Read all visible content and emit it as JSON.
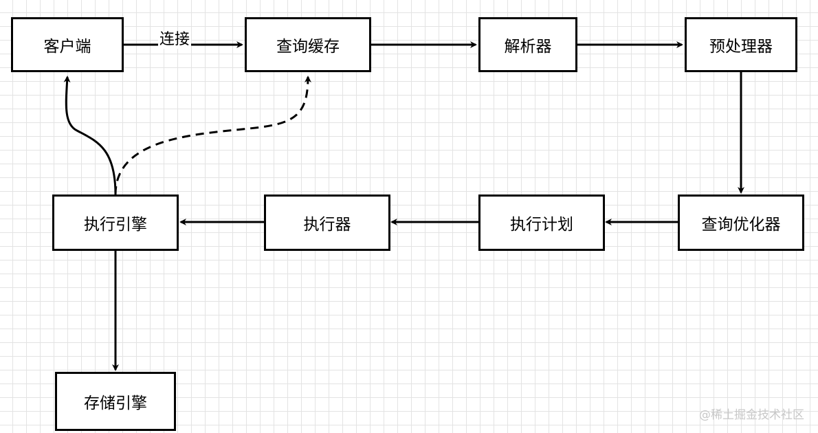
{
  "nodes": {
    "client": "客户端",
    "query_cache": "查询缓存",
    "parser": "解析器",
    "preprocessor": "预处理器",
    "query_optimizer": "查询优化器",
    "execution_plan": "执行计划",
    "executor": "执行器",
    "execution_engine": "执行引擎",
    "storage_engine": "存储引擎"
  },
  "edges": {
    "connect_label": "连接"
  },
  "watermark": "@稀土掘金技术社区"
}
